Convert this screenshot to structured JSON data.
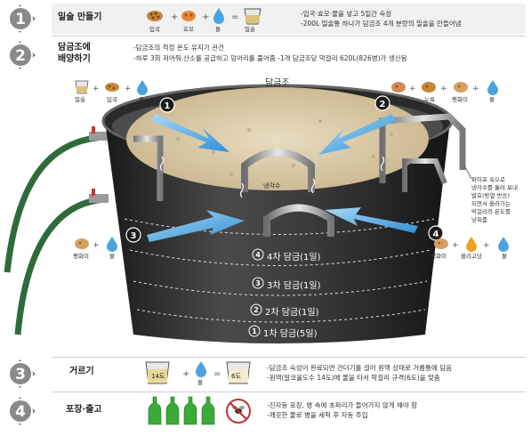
{
  "steps": [
    {
      "num": "1",
      "title": "밀술 만들기",
      "items": [
        "입국",
        "효모",
        "물",
        "밀술"
      ],
      "ops": [
        "+",
        "+",
        "="
      ],
      "desc": [
        "-입국·효모·물을 넣고 5일간 숙성",
        "-200L 밀술통 하나가 담금조 4개 분량의 밀술을 만들어냄"
      ]
    },
    {
      "num": "2",
      "title_lines": [
        "담금조에",
        "배양하기"
      ],
      "desc": [
        "-담금조의 적정 온도 유지가 관건",
        "-하루 3회 저어줘 산소를 공급하고 덩어리를 풀어줌   -1개 담금조당 막걸리 620L(826병)가 생산됨"
      ]
    },
    {
      "num": "3",
      "title": "거르기",
      "items": [
        "14도",
        "물",
        "6도"
      ],
      "ops": [
        "+",
        "="
      ],
      "desc": [
        "-담금조 숙성이 완료되면 건더기를 걸러 원액 상태로 거름통에 담음",
        "-원액(알코올도수 14도)에 물을 타서 막걸리 규격(6도)을 맞춤"
      ]
    },
    {
      "num": "4",
      "title": "포장·출고",
      "desc": [
        "-진자동 포장, 병 속에 초파리가 들어가지 않게 해야 함",
        "-깨끗한 물로 병을 세척 후 자동 주입"
      ]
    }
  ],
  "tank": {
    "title": "담금조",
    "cooling_label": "냉각수",
    "pipe_note": [
      "파이프 속으로",
      "냉각수를 흘려 보내",
      "발효(방열 반응)",
      "되면서 올라가는",
      "막걸리의 온도를",
      "낮춰줌"
    ],
    "layers": [
      "4차 담금(1일)",
      "3차 담금(1일)",
      "2차 담금(1일)",
      "1차 담금(5일)"
    ],
    "layer_nums": [
      "4",
      "3",
      "2",
      "1"
    ],
    "arrow_nums": [
      "1",
      "2",
      "3",
      "4"
    ]
  },
  "inputs": {
    "a1": [
      "밀술",
      "입국",
      "물"
    ],
    "a2": [
      "고두밥",
      "누룩",
      "팽화미",
      "물"
    ],
    "a3": [
      "팽화미",
      "물"
    ],
    "a4": [
      "팽화미",
      "올리고당",
      "물"
    ]
  },
  "colors": {
    "accent": "#4aa3df",
    "grain": "#c8863a",
    "hose": "#2e6b3a",
    "bottle": "#3aaa3a",
    "tank": "#2b2b2b"
  }
}
